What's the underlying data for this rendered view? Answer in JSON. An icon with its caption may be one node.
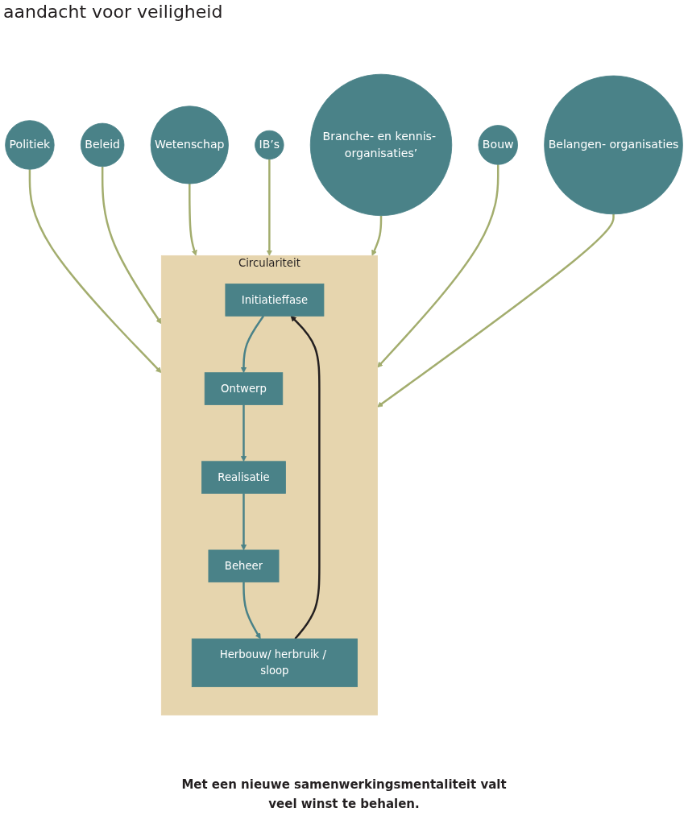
{
  "diagram": {
    "title": "aandacht voor veiligheid",
    "caption": "Met een nieuwe samenwerkingsmentaliteit valt veel winst te behalen.",
    "nodes": [
      {
        "text": [
          "Politiek"
        ]
      },
      {
        "text": [
          "Beleid"
        ]
      },
      {
        "text": [
          "Wetenschap"
        ]
      },
      {
        "text": [
          "Circulariteit"
        ]
      },
      {
        "text": [
          "Initiatieffase"
        ],
        "in": 3
      },
      {
        "text": [
          "Ontwerp"
        ],
        "in": 3
      },
      {
        "text": [
          "Realisatie"
        ],
        "in": 3
      },
      {
        "text": [
          "Beheer"
        ],
        "in": 3
      },
      {
        "text": [
          "Herbouw/ herbruik / sloop"
        ],
        "in": 3
      },
      {
        "text": [
          "IB’s"
        ]
      },
      {
        "text": [
          "Branche- en kennis- organisaties’"
        ]
      },
      {
        "text": [
          "Bouw"
        ]
      },
      {
        "text": [
          "Belangen- organisaties"
        ]
      }
    ],
    "edges": [
      {
        "from": 0,
        "to": 3,
        "arrow": "to",
        "color": "#a3ad6e"
      },
      {
        "from": 1,
        "to": 3,
        "arrow": "to",
        "color": "#a3ad6e"
      },
      {
        "from": 2,
        "to": 3,
        "arrow": "to",
        "color": "#a3ad6e"
      },
      {
        "from": 9,
        "to": 3,
        "arrow": "to",
        "color": "#a3ad6e"
      },
      {
        "from": 10,
        "to": 3,
        "arrow": "to",
        "color": "#a3ad6e"
      },
      {
        "from": 11,
        "to": 3,
        "arrow": "to",
        "color": "#a3ad6e"
      },
      {
        "from": 12,
        "to": 3,
        "arrow": "to",
        "color": "#a3ad6e"
      },
      {
        "from": 4,
        "to": 5,
        "arrow": "to",
        "color": "#4a8288"
      },
      {
        "from": 5,
        "to": 6,
        "arrow": "to",
        "color": "#4a8288"
      },
      {
        "from": 6,
        "to": 7,
        "arrow": "to",
        "color": "#4a8288"
      },
      {
        "from": 7,
        "to": 8,
        "arrow": "to",
        "color": "#4a8288"
      },
      {
        "from": 8,
        "to": 4,
        "arrow": "to",
        "color": "#231f20"
      }
    ]
  }
}
